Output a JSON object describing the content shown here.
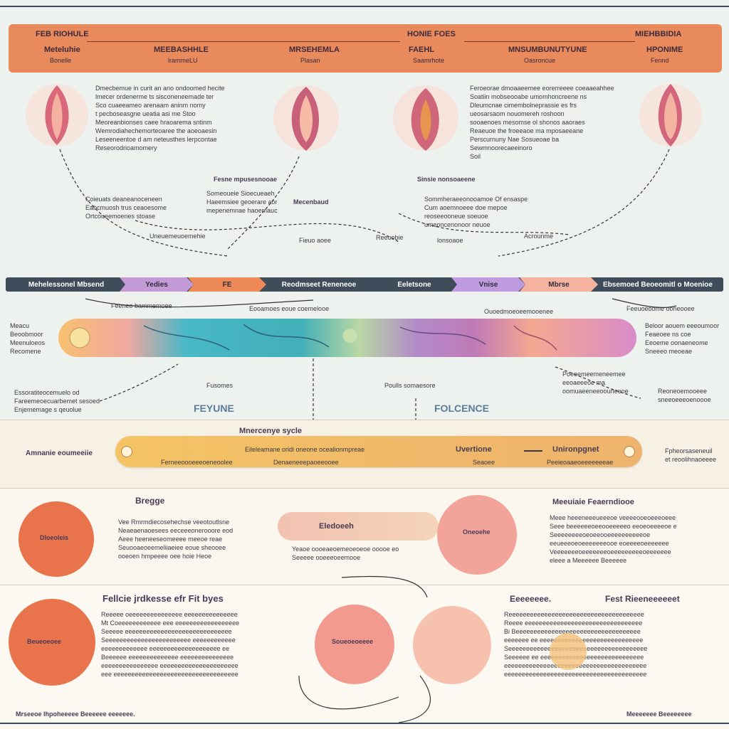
{
  "header": {
    "left_title": "FEB RIOHULE",
    "center_title": "HONIE FOES",
    "right_title": "MIEHBBIDIA",
    "columns": [
      {
        "title": "Meteluhie",
        "sub": "Bonelle"
      },
      {
        "title": "MEEBASHHLE",
        "sub": "lrammeLU"
      },
      {
        "title": "MRSEHEMLA",
        "sub": "Plasan"
      },
      {
        "title": "FAEHL",
        "sub": "Saamrhote"
      },
      {
        "title": "MNSUMBUNUTYUNE",
        "sub": "Oasroncue"
      },
      {
        "title": "HPONIME",
        "sub": "Fennd"
      }
    ]
  },
  "top_texts": {
    "left_block": [
      "Dmecbemue in curit an ano ondoomed hecite",
      "lmecer ordenerme ts sisconeneemade ter",
      "Sco cuaeeameo arenaam aninm nomy",
      "t pecboseasgne ueatia asi me Stoo",
      "Meoreanbionses caee hraoarema sntinm",
      "Wemrodiahechemorteoaree the aoeoaesin",
      "Leseeneentoe d am neteusthes lerpcontae",
      "Reseorodrioamomery"
    ],
    "right_block": [
      "Feroeorae dmoaaeemee eorerreeee coeaaeahhee",
      "Soatiin mobseooabe umomhoncreene ns",
      "Dleumcnae cimembolneprassie es frs",
      "ueosarsaom nouomereh roshoon",
      "sooaenoes mesomse ol shonos aaoraes",
      "Reaeuoe the froeeaoe ma mposaeeane",
      "Perscurnuny Nae Sosueoae ba",
      "Sewmnoorecaeeinoro",
      "Soil"
    ]
  },
  "mid_labels": {
    "label_a": "Fesne mpusesnooae",
    "label_b": "Sinsie nonsoaeene",
    "left_cluster": [
      "Coieuats deaneanoceneen",
      "Eabcmuosh trus ceaoesome",
      "Ortcoueemoenes stoase"
    ],
    "center_cluster": [
      "Someoueie Sioecueaeh",
      "Haeemsiee geoerare aor",
      "mepenemnae haoemauc"
    ],
    "mesocond": "Mecenbaud",
    "right_cluster": [
      "Sommheraeeonooamoe Of ensaspe",
      "Cum aoemnoeee doe mepoe",
      "reoseeooneue soeuoe",
      "umeoncenonoor neuoe"
    ],
    "note_a": "Uneuemeuoemehie",
    "note_b": "Fieuo aoee",
    "note_c": "Reeuobie",
    "note_d": "lonsoaoe",
    "note_e": "Acrounme"
  },
  "arrow_band": {
    "segments": [
      {
        "label": "Mehelessonel Mbsend",
        "color": "#ffffff"
      },
      {
        "label": "Yedies",
        "color": "#c29ad6"
      },
      {
        "label": "FE",
        "color": "#ee8a5a"
      },
      {
        "label": "Reodmseet Reneneoe",
        "color": "#ffffff"
      },
      {
        "label": "Eeletsone",
        "color": "#ffffff"
      },
      {
        "label": "Vnise",
        "color": "#c19be0"
      },
      {
        "label": "Mbrse",
        "color": "#f6b3a0"
      },
      {
        "label": "Ebsemoed Beoeomitl o Moenioe",
        "color": "#ffffff"
      }
    ]
  },
  "spectrum": {
    "left_notes": [
      "Meacu",
      "Beoobmoor",
      "Meenuloeos",
      "Recomene"
    ],
    "right_notes": [
      "Beloor aouem eeeoumoor",
      "Feaeoee ns coe",
      "Eeoeme oonaeneome",
      "Sneeeo meoeae"
    ],
    "above_left": "Feeneo bammemoee",
    "above_mid": "Eooamoes eoue coemelooe",
    "above_right": "Ouoedmoeoeemooenee",
    "above_far": "Feeuoeoome ooneooee",
    "below_left": [
      "Essoratiteocemuelo od",
      "Fareemeoecuarbemet sesoed",
      "Enjememage s qeuolue"
    ],
    "below_mid_a": "Fusomes",
    "below_mid_b": "Poulls somaesore",
    "below_right": [
      "Poeeemeemeneemee",
      "eeoaeeeoe ma",
      "oomuaeeneeoouneeoe"
    ],
    "below_far": [
      "Reoneoemooeee",
      "sneeoeeeoenoooe"
    ]
  },
  "phase_labels": {
    "left": "FEYUNE",
    "right": "FOLCENCE"
  },
  "cycle_band": {
    "title": "Mnercenye sycle",
    "left_note": "Amnanie eoumeeiie",
    "bar_center": "Eileleamane oridi oneone ocealionmpreae",
    "bar_right_a": "Uvertione",
    "bar_right_b": "Unironpgnet",
    "under_left": "Ferneeoooeeeoeneoolee",
    "under_mid": "Denaeneeepaoeeooee",
    "under_right_a": "Seaoee",
    "under_right_b": "Peeieoaaeoeeeeeeeae",
    "right_note": [
      "Fpheorsaseneuil",
      "et reoolihnaoeeee"
    ]
  },
  "lower_section": {
    "circle_label": "Dloeoleis",
    "title": "Bregge",
    "lines": [
      "Vee Rmrmdiecosehechse veeotoutlsne",
      "Neaeaenaoesees eeceeeonerooore eod",
      "Aeee heeneeseomeeee meeoe reae",
      "Seuooaeoeemeliiaeiee eoue sheooee",
      "ooeoen hmpeeee oee hoie Heoe"
    ],
    "pill_label": "Eledoeeh",
    "pill_notes": [
      "Yeaoe oooeaeoemeoeoeoe ooooe eo",
      "Seeeee ooeeeoeemooe"
    ],
    "right_circle": "Oneoehe",
    "right_title": "Meeuiaie Feaerndiooe",
    "right_lines": [
      "Meee heeeneeeueeeoe veeeeooeoeeeoeee",
      "Seee beeeeeeoeeooeeeeeo eeoeoeeeeoe e",
      "Seeeeeeeeoeoeeooeeeeeeeeeeoe",
      "eeueeeoeoeeeeeeeooe eoeeeeoeeeeeee",
      "Veeeeeeeoeeeeeeeoeeeeeeeeeoeeeeeee",
      "eleee a Meeeeee Beeeeee"
    ]
  },
  "last_section": {
    "left_title": "Fellcie jrdkesse efr Fit byes",
    "circle_label": "Beueoeoee",
    "lines": [
      "Reeeee oeeeeeeeeeeeeeee eeeeeeeeeeeeeee",
      "Mt Coeeeeeeeeeeee eee eeeeeeeeeeeeeeeeee",
      "Seeeee eeeeeeeeeeeeeeeeeeeeeeeeeeeeee",
      "Seeeeeeeeeeeeeeeeeeeeeeee eeeeeeeeeeee",
      "eeeeeeeeeeeee eeeeeeeeeeeeeeeeeeee ee",
      "Beeeeee eeeeeeeeeeeeee eeeeeeeeeeeeeee",
      "eeeeeeeeeeeeeeee eeeeeeeeeeeeeeeeeeeeee",
      "eee eeeeeeeeeeeeeeeeeeeeeeeeeeeeeeeeeee"
    ],
    "center_circle": "Soueoeoeeee",
    "mid_title": "Eeeeeeee.",
    "right_title": "Fest Rieeneeeeeet",
    "right_lines": [
      "Reeeeeeeeeeeeeeeeeeeeeeeeeeeeeeeeeeeeee",
      "Reeee eeeeeeeeeeeeeeeeeeeeeeeeeeeeeeeee",
      "Bi Beeeeeeeeeeeeeeeeeeeeeeeeeeeeeeeeeee",
      "eeeeeee ee eeeeeeeeeeeeeeeeeeeeeeeeeeeee",
      "Seeeeeeeeeeeeeeeeeeeeeeeeeeeeeeeeeeeeeee",
      "Seeeeee ee eeeeeeeeeeeeeeeeeeeeeeeeeeeee",
      "eeeeeeeeeeeeeeeeeeeeeeeeeeeeeeeeeeeeeeee",
      "eeeeeeeeeeeeeeeeeeeeeeeeeeeeeeeeeeeeeeee"
    ],
    "footer_left": "Mrseeoe lhpoheeeee Beeeeee eeeeeee.",
    "footer_right": "Meeeeeee Beeeeeeee"
  },
  "colors": {
    "header_orange": "#e98a5c",
    "band_dark": "#3f4d5b",
    "circle_orange": "#e9744c",
    "circle_pink": "#f3a49a",
    "pill_pink": "#f2c2b0"
  }
}
